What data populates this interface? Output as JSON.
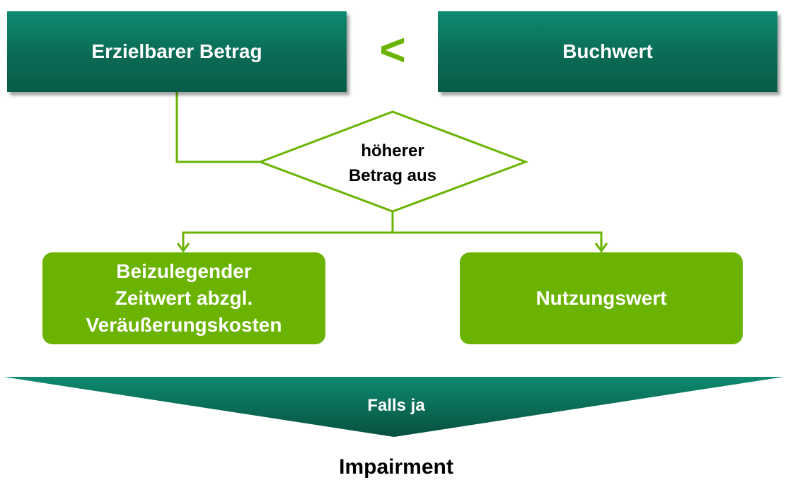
{
  "top_left_box": {
    "label": "Erzielbarer Betrag"
  },
  "comparison_symbol": "<",
  "top_right_box": {
    "label": "Buchwert"
  },
  "decision": {
    "line1": "höherer",
    "line2": "Betrag aus"
  },
  "left_option": {
    "line1": "Beizulegender",
    "line2": "Zeitwert abzgl.",
    "line3": "Veräußerungskosten"
  },
  "right_option": {
    "label": "Nutzungswert"
  },
  "banner": {
    "label": "Falls ja"
  },
  "result": {
    "label": "Impairment"
  },
  "colors": {
    "dark_green": "#0a6a55",
    "light_green": "#6ab300",
    "line_green": "#6ab300"
  }
}
